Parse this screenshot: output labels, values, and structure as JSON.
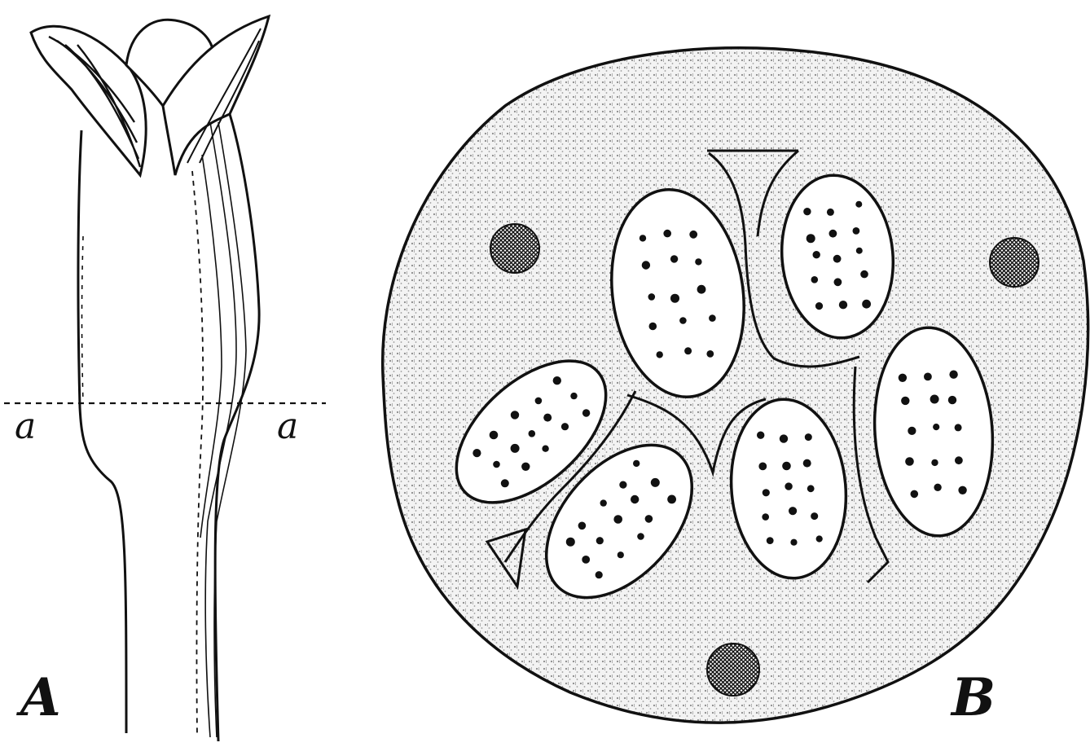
{
  "figure": {
    "panel_a": {
      "label": "A",
      "section_line": {
        "left_label": "a",
        "right_label": "a"
      }
    },
    "panel_b": {
      "label": "B",
      "locule_count": 6,
      "bundle_count": 3
    },
    "colors": {
      "ink": "#111111",
      "paper": "#ffffff",
      "stipple": "#d9d9d9"
    }
  }
}
